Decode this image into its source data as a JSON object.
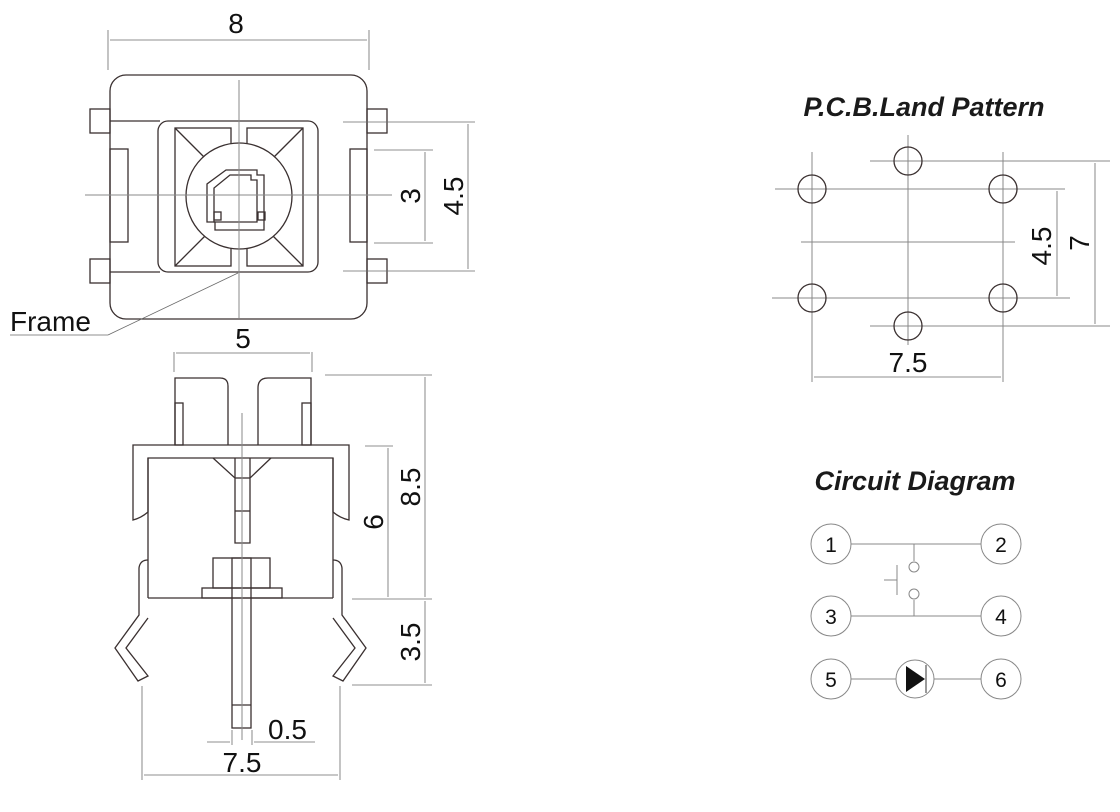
{
  "top_view": {
    "dim_width": "8",
    "dim_inner": "3",
    "dim_pad_span": "4.5",
    "frame_label": "Frame"
  },
  "side_view": {
    "dim_cap_width": "5",
    "dim_height_total": "8.5",
    "dim_body_height": "6",
    "dim_leg_height": "3.5",
    "dim_pin_width": "0.5",
    "dim_leg_span": "7.5"
  },
  "pcb_land_pattern": {
    "title": "P.C.B.Land Pattern",
    "dim_horizontal": "7.5",
    "dim_inner_vertical": "4.5",
    "dim_outer_vertical": "7"
  },
  "circuit_diagram": {
    "title": "Circuit Diagram",
    "pins": [
      "1",
      "2",
      "3",
      "4",
      "5",
      "6"
    ]
  },
  "colors": {
    "line": "#3a3030",
    "text": "#111111"
  }
}
